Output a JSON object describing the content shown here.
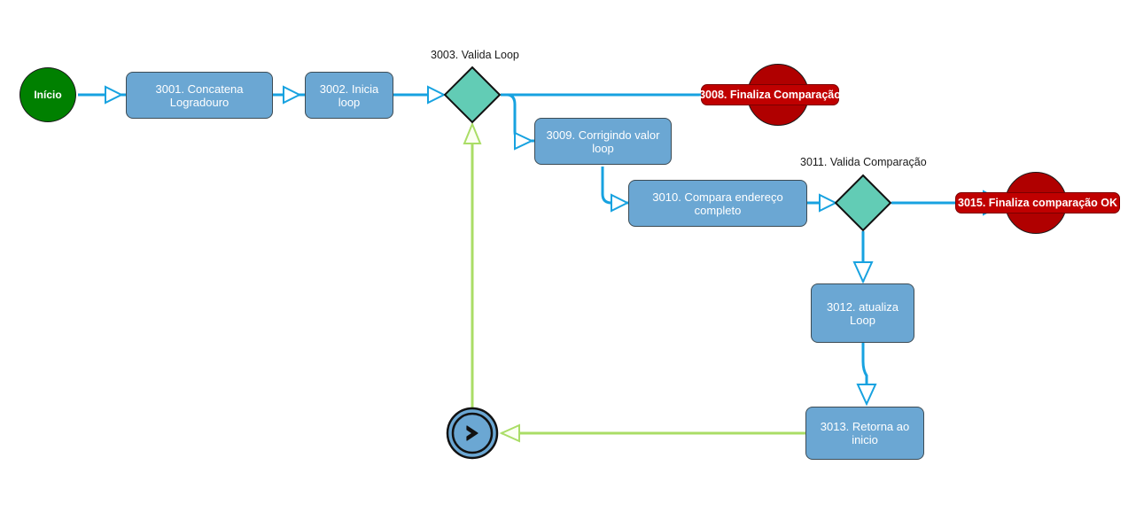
{
  "diagram": {
    "title": "Fluxo de Comparacao de Endereco",
    "type": "flowchart",
    "colors": {
      "task_fill": "#6BA7D3",
      "task_stroke": "#3d4c55",
      "start_fill": "#008000",
      "end_fill": "#B00000",
      "end_label_fill": "#C00000",
      "gateway_fill": "#62CCB5",
      "gateway_stroke": "#111111",
      "flow_blue": "#17A2E0",
      "flow_green": "#AADD66",
      "text_light": "#FFFFFF",
      "text_dark": "#1A1A1A",
      "canvas": "#FFFFFF"
    }
  },
  "nodes": {
    "start": {
      "id": "start",
      "label": "Início",
      "shape": "circle",
      "kind": "start-event"
    },
    "n3001": {
      "id": "3001",
      "label": "3001. Concatena Logradouro",
      "shape": "rounded-rect",
      "kind": "task"
    },
    "n3002": {
      "id": "3002",
      "label": "3002. Inicia loop",
      "shape": "rounded-rect",
      "kind": "task"
    },
    "n3003": {
      "id": "3003",
      "label": "3003. Valida Loop",
      "shape": "diamond",
      "kind": "gateway"
    },
    "n3008": {
      "id": "3008",
      "label": "3008. Finaliza Comparação",
      "shape": "circle",
      "kind": "end-event"
    },
    "n3009": {
      "id": "3009",
      "label": "3009. Corrigindo valor loop",
      "shape": "rounded-rect",
      "kind": "task"
    },
    "n3010": {
      "id": "3010",
      "label": "3010. Compara endereço completo",
      "shape": "rounded-rect",
      "kind": "task"
    },
    "n3011": {
      "id": "3011",
      "label": "3011. Valida Comparação",
      "shape": "diamond",
      "kind": "gateway"
    },
    "n3012": {
      "id": "3012",
      "label": "3012. atualiza Loop",
      "shape": "rounded-rect",
      "kind": "task"
    },
    "n3013": {
      "id": "3013",
      "label": "3013. Retorna ao inicio",
      "shape": "rounded-rect",
      "kind": "task"
    },
    "n3015": {
      "id": "3015",
      "label": "3015. Finaliza comparação OK",
      "shape": "circle",
      "kind": "end-event"
    },
    "junction": {
      "id": "junction",
      "label": "",
      "shape": "double-circle",
      "kind": "link-event",
      "glyph": "chevron-right-icon"
    }
  },
  "edges": [
    {
      "from": "start",
      "to": "3001",
      "color": "#17A2E0",
      "label": ""
    },
    {
      "from": "3001",
      "to": "3002",
      "color": "#17A2E0",
      "label": ""
    },
    {
      "from": "3002",
      "to": "3003",
      "color": "#17A2E0",
      "label": ""
    },
    {
      "from": "3003",
      "to": "3008",
      "color": "#17A2E0",
      "label": ""
    },
    {
      "from": "3003",
      "to": "3009",
      "color": "#17A2E0",
      "label": ""
    },
    {
      "from": "3009",
      "to": "3010",
      "color": "#17A2E0",
      "label": ""
    },
    {
      "from": "3010",
      "to": "3011",
      "color": "#17A2E0",
      "label": ""
    },
    {
      "from": "3011",
      "to": "3015",
      "color": "#17A2E0",
      "label": ""
    },
    {
      "from": "3011",
      "to": "3012",
      "color": "#17A2E0",
      "label": ""
    },
    {
      "from": "3012",
      "to": "3013",
      "color": "#17A2E0",
      "label": ""
    },
    {
      "from": "3013",
      "to": "junction",
      "color": "#AADD66",
      "label": ""
    },
    {
      "from": "junction",
      "to": "3003",
      "color": "#AADD66",
      "label": ""
    }
  ]
}
